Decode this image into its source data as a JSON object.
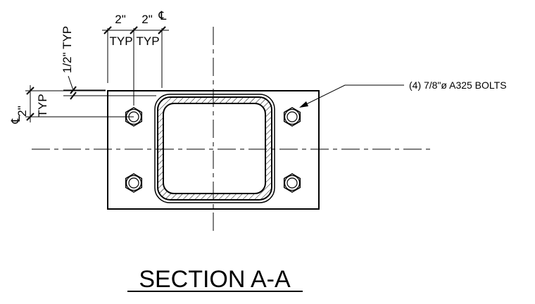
{
  "drawing": {
    "title": "SECTION A-A",
    "bolt_callout": "(4) 7/8\"ø A325 BOLTS",
    "bolt_count": 4,
    "dimensions": {
      "edge_top": "2\"",
      "edge_top_typ": "TYP",
      "gap_top": "2\"",
      "gap_top_typ": "TYP",
      "weld_size": "1/2\" TYP",
      "edge_left": "2\"",
      "edge_left_typ": "TYP"
    },
    "centerline_symbol": "℄"
  },
  "colors": {
    "line": "#000000",
    "background": "#ffffff"
  }
}
